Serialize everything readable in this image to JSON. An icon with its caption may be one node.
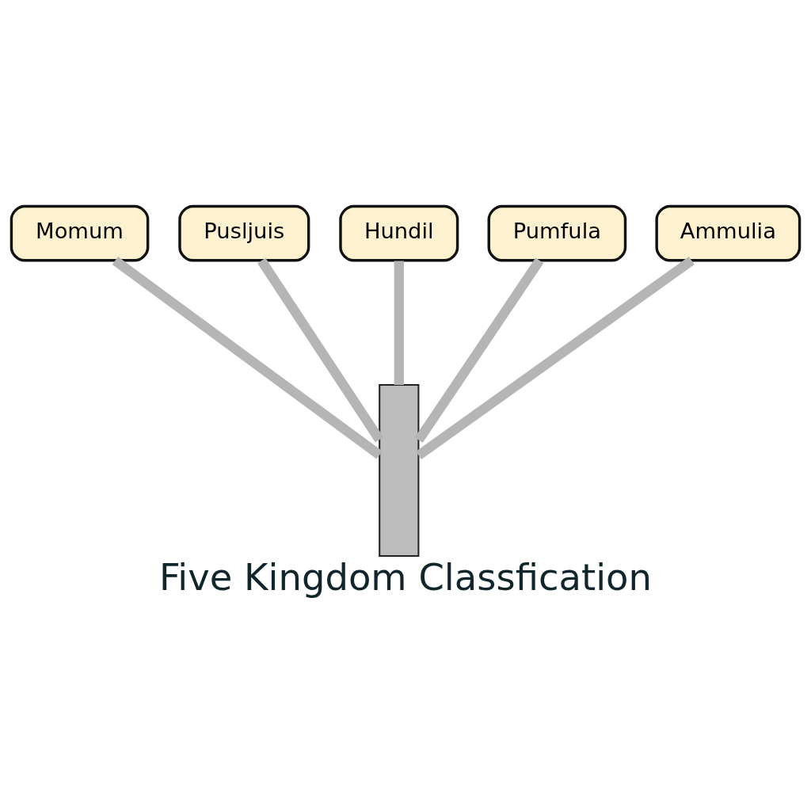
{
  "diagram": {
    "title": "Five Kingdom Classfication",
    "nodes": [
      {
        "text": [
          "Momum"
        ]
      },
      {
        "text": [
          "Pusljuis"
        ]
      },
      {
        "text": [
          "Hundil"
        ]
      },
      {
        "text": [
          "Pumfula"
        ]
      },
      {
        "text": [
          "Ammulia"
        ]
      },
      {
        "text": [],
        "shape": "bar"
      }
    ],
    "edges": [
      {
        "from": 5,
        "to": 0,
        "arrow": "none"
      },
      {
        "from": 5,
        "to": 1,
        "arrow": "none"
      },
      {
        "from": 5,
        "to": 2,
        "arrow": "none"
      },
      {
        "from": 5,
        "to": 3,
        "arrow": "none"
      },
      {
        "from": 5,
        "to": 4,
        "arrow": "none"
      }
    ]
  }
}
